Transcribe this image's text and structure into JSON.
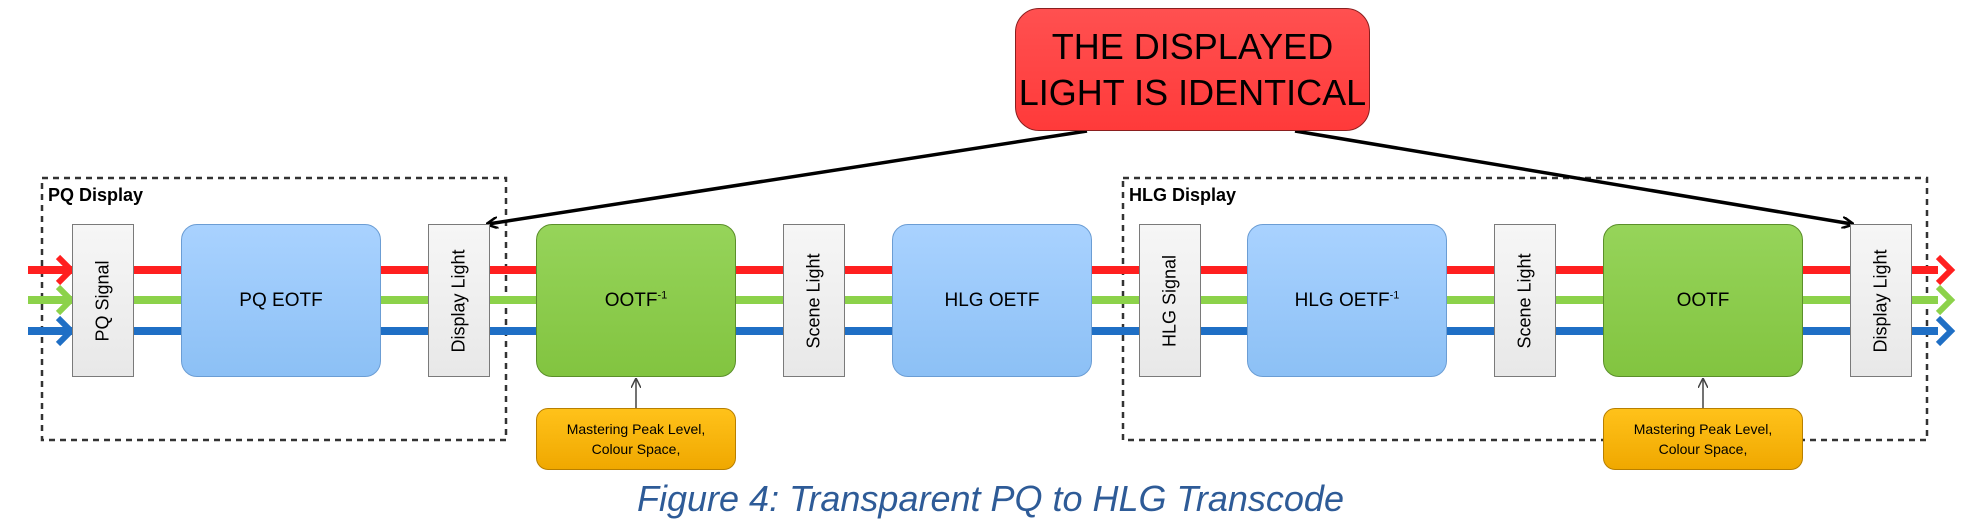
{
  "callout": {
    "line1": "THE DISPLAYED",
    "line2": "LIGHT IS IDENTICAL"
  },
  "groups": {
    "pq": "PQ Display",
    "hlg": "HLG Display"
  },
  "blocks": {
    "pq_signal": "PQ Signal",
    "pq_eotf": "PQ EOTF",
    "display_light_1": "Display Light",
    "ootf_inv": "OOTF",
    "ootf_inv_sup": "-1",
    "scene_light_1": "Scene Light",
    "hlg_oetf": "HLG OETF",
    "hlg_signal": "HLG Signal",
    "hlg_oetf_inv": "HLG OETF",
    "hlg_oetf_inv_sup": "-1",
    "scene_light_2": "Scene Light",
    "ootf": "OOTF",
    "display_light_2": "Display Light"
  },
  "params": {
    "left": {
      "line1": "Mastering Peak Level,",
      "line2": "Colour Space,"
    },
    "right": {
      "line1": "Mastering Peak Level,",
      "line2": "Colour Space,"
    }
  },
  "colors": {
    "red": "#ff1f1f",
    "green": "#8cd24a",
    "blue": "#1f6fc5"
  },
  "caption": "Figure 4: Transparent PQ to HLG Transcode"
}
